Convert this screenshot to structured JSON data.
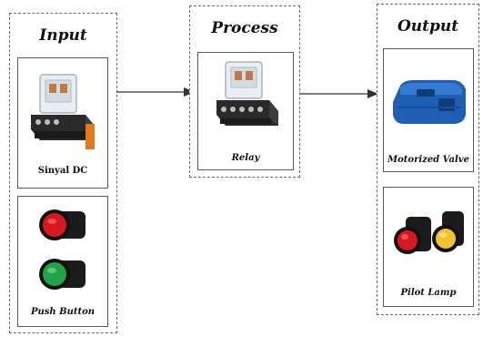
{
  "groups": {
    "input": {
      "title": "Input"
    },
    "process": {
      "title": "Process"
    },
    "output": {
      "title": "Output"
    }
  },
  "cards": {
    "signal_dc": {
      "label": "Sinyal DC",
      "icon": "relay-socket-icon"
    },
    "push_button": {
      "label": "Push Button",
      "icon": "push-button-icon"
    },
    "relay": {
      "label": "Relay",
      "icon": "relay-socket-icon"
    },
    "motorized_valve": {
      "label": "Motorized Valve",
      "icon": "motorized-valve-icon"
    },
    "pilot_lamp": {
      "label": "Pilot Lamp",
      "icon": "pilot-lamp-icon"
    }
  },
  "colors": {
    "button_red": "#d7191f",
    "button_green": "#23a347",
    "lamp_yellow": "#f2c230",
    "valve_blue": "#1f5fb3"
  }
}
